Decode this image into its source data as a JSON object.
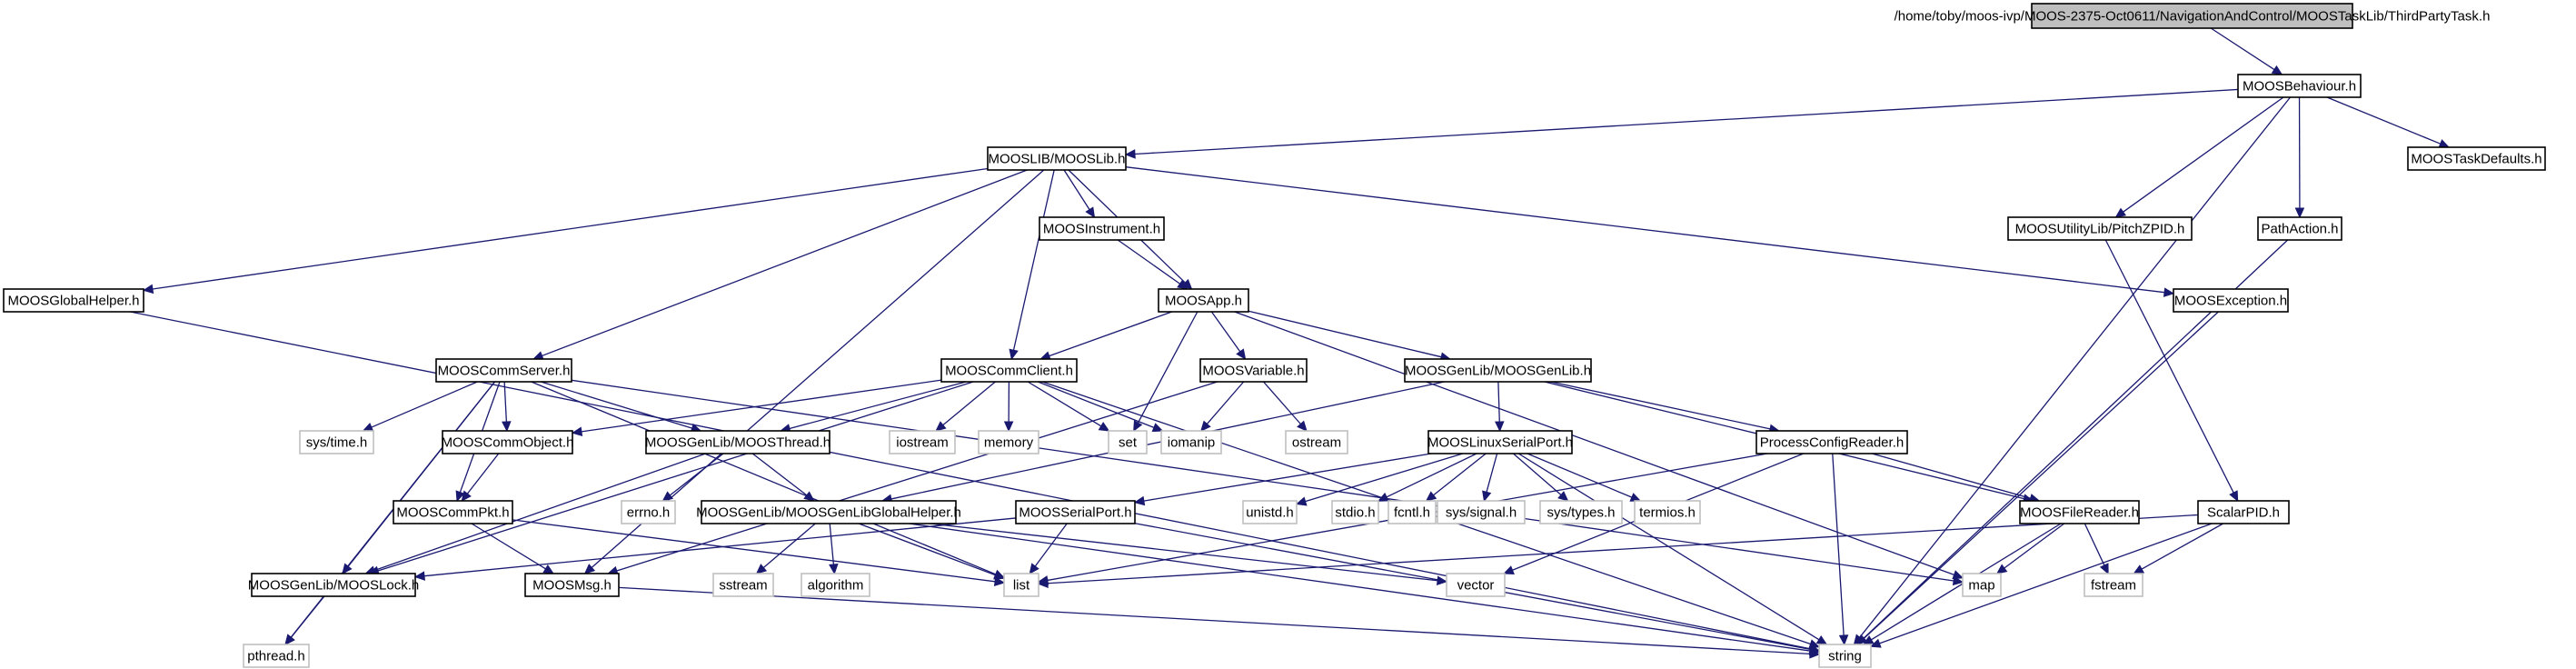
{
  "graph": {
    "edge_color": "#191970",
    "root_fill": "#bfbfbf",
    "local_border": "#000000",
    "system_border": "#bfbfbf",
    "nodes": [
      {
        "id": "root",
        "label": "/home/toby/moos-ivp/MOOS-2375-Oct0611/NavigationAndControl/MOOSTaskLib/ThirdPartyTask.h",
        "kind": "root"
      },
      {
        "id": "MOOSBehaviour",
        "label": "MOOSBehaviour.h",
        "kind": "local"
      },
      {
        "id": "MOOSLib",
        "label": "MOOSLIB/MOOSLib.h",
        "kind": "local"
      },
      {
        "id": "MOOSTaskDefaults",
        "label": "MOOSTaskDefaults.h",
        "kind": "local"
      },
      {
        "id": "PitchZPID",
        "label": "MOOSUtilityLib/PitchZPID.h",
        "kind": "local"
      },
      {
        "id": "PathAction",
        "label": "PathAction.h",
        "kind": "local"
      },
      {
        "id": "MOOSGlobalHelper",
        "label": "MOOSGlobalHelper.h",
        "kind": "local"
      },
      {
        "id": "MOOSInstrument",
        "label": "MOOSInstrument.h",
        "kind": "local"
      },
      {
        "id": "MOOSException",
        "label": "MOOSException.h",
        "kind": "local"
      },
      {
        "id": "MOOSApp",
        "label": "MOOSApp.h",
        "kind": "local"
      },
      {
        "id": "MOOSCommServer",
        "label": "MOOSCommServer.h",
        "kind": "local"
      },
      {
        "id": "MOOSCommClient",
        "label": "MOOSCommClient.h",
        "kind": "local"
      },
      {
        "id": "MOOSVariable",
        "label": "MOOSVariable.h",
        "kind": "local"
      },
      {
        "id": "MOOSGenLib",
        "label": "MOOSGenLib/MOOSGenLib.h",
        "kind": "local"
      },
      {
        "id": "systime",
        "label": "sys/time.h",
        "kind": "system"
      },
      {
        "id": "MOOSCommObject",
        "label": "MOOSCommObject.h",
        "kind": "local"
      },
      {
        "id": "MOOSThread",
        "label": "MOOSGenLib/MOOSThread.h",
        "kind": "local"
      },
      {
        "id": "iostream",
        "label": "iostream",
        "kind": "system"
      },
      {
        "id": "memory",
        "label": "memory",
        "kind": "system"
      },
      {
        "id": "set",
        "label": "set",
        "kind": "system"
      },
      {
        "id": "iomanip",
        "label": "iomanip",
        "kind": "system"
      },
      {
        "id": "ostream",
        "label": "ostream",
        "kind": "system"
      },
      {
        "id": "MOOSLinuxSerialPort",
        "label": "MOOSLinuxSerialPort.h",
        "kind": "local"
      },
      {
        "id": "ProcessConfigReader",
        "label": "ProcessConfigReader.h",
        "kind": "local"
      },
      {
        "id": "MOOSCommPkt",
        "label": "MOOSCommPkt.h",
        "kind": "local"
      },
      {
        "id": "errno",
        "label": "errno.h",
        "kind": "system"
      },
      {
        "id": "GlobalHelper",
        "label": "MOOSGenLib/MOOSGenLibGlobalHelper.h",
        "kind": "local"
      },
      {
        "id": "MOOSSerialPort",
        "label": "MOOSSerialPort.h",
        "kind": "local"
      },
      {
        "id": "unistd",
        "label": "unistd.h",
        "kind": "system"
      },
      {
        "id": "stdio",
        "label": "stdio.h",
        "kind": "system"
      },
      {
        "id": "fcntl",
        "label": "fcntl.h",
        "kind": "system"
      },
      {
        "id": "syssignal",
        "label": "sys/signal.h",
        "kind": "system"
      },
      {
        "id": "systypes",
        "label": "sys/types.h",
        "kind": "system"
      },
      {
        "id": "termios",
        "label": "termios.h",
        "kind": "system"
      },
      {
        "id": "MOOSFileReader",
        "label": "MOOSFileReader.h",
        "kind": "local"
      },
      {
        "id": "ScalarPID",
        "label": "ScalarPID.h",
        "kind": "local"
      },
      {
        "id": "MOOSLock",
        "label": "MOOSGenLib/MOOSLock.h",
        "kind": "local"
      },
      {
        "id": "MOOSMsg",
        "label": "MOOSMsg.h",
        "kind": "local"
      },
      {
        "id": "sstream",
        "label": "sstream",
        "kind": "system"
      },
      {
        "id": "algorithm",
        "label": "algorithm",
        "kind": "system"
      },
      {
        "id": "list",
        "label": "list",
        "kind": "system"
      },
      {
        "id": "vector",
        "label": "vector",
        "kind": "system"
      },
      {
        "id": "map",
        "label": "map",
        "kind": "system"
      },
      {
        "id": "fstream",
        "label": "fstream",
        "kind": "system"
      },
      {
        "id": "pthread",
        "label": "pthread.h",
        "kind": "system"
      },
      {
        "id": "string",
        "label": "string",
        "kind": "system"
      }
    ],
    "edges": [
      [
        "root",
        "MOOSBehaviour"
      ],
      [
        "MOOSBehaviour",
        "MOOSLib"
      ],
      [
        "MOOSBehaviour",
        "MOOSTaskDefaults"
      ],
      [
        "MOOSBehaviour",
        "PitchZPID"
      ],
      [
        "MOOSBehaviour",
        "PathAction"
      ],
      [
        "MOOSBehaviour",
        "string"
      ],
      [
        "MOOSLib",
        "MOOSGlobalHelper"
      ],
      [
        "MOOSLib",
        "MOOSInstrument"
      ],
      [
        "MOOSLib",
        "MOOSApp"
      ],
      [
        "MOOSLib",
        "MOOSException"
      ],
      [
        "MOOSLib",
        "MOOSCommServer"
      ],
      [
        "MOOSLib",
        "MOOSCommClient"
      ],
      [
        "MOOSLib",
        "MOOSMsg"
      ],
      [
        "PitchZPID",
        "ScalarPID"
      ],
      [
        "PathAction",
        "string"
      ],
      [
        "MOOSGlobalHelper",
        "string"
      ],
      [
        "MOOSInstrument",
        "MOOSApp"
      ],
      [
        "MOOSException",
        "string"
      ],
      [
        "MOOSApp",
        "MOOSCommClient"
      ],
      [
        "MOOSApp",
        "MOOSVariable"
      ],
      [
        "MOOSApp",
        "MOOSGenLib"
      ],
      [
        "MOOSApp",
        "set"
      ],
      [
        "MOOSApp",
        "map"
      ],
      [
        "MOOSCommServer",
        "systime"
      ],
      [
        "MOOSCommServer",
        "MOOSCommObject"
      ],
      [
        "MOOSCommServer",
        "MOOSThread"
      ],
      [
        "MOOSCommServer",
        "MOOSCommPkt"
      ],
      [
        "MOOSCommServer",
        "MOOSLock"
      ],
      [
        "MOOSCommServer",
        "list"
      ],
      [
        "MOOSCommServer",
        "map"
      ],
      [
        "MOOSCommServer",
        "pthread"
      ],
      [
        "MOOSCommClient",
        "iostream"
      ],
      [
        "MOOSCommClient",
        "memory"
      ],
      [
        "MOOSCommClient",
        "set"
      ],
      [
        "MOOSCommClient",
        "iomanip"
      ],
      [
        "MOOSCommClient",
        "MOOSCommObject"
      ],
      [
        "MOOSCommClient",
        "MOOSThread"
      ],
      [
        "MOOSCommClient",
        "MOOSLock"
      ],
      [
        "MOOSCommClient",
        "string"
      ],
      [
        "MOOSVariable",
        "iomanip"
      ],
      [
        "MOOSVariable",
        "ostream"
      ],
      [
        "MOOSVariable",
        "MOOSMsg"
      ],
      [
        "MOOSGenLib",
        "MOOSLinuxSerialPort"
      ],
      [
        "MOOSGenLib",
        "ProcessConfigReader"
      ],
      [
        "MOOSGenLib",
        "GlobalHelper"
      ],
      [
        "MOOSGenLib",
        "MOOSFileReader"
      ],
      [
        "MOOSCommObject",
        "MOOSCommPkt"
      ],
      [
        "MOOSThread",
        "errno"
      ],
      [
        "MOOSThread",
        "GlobalHelper"
      ],
      [
        "MOOSThread",
        "MOOSLock"
      ],
      [
        "MOOSLinuxSerialPort",
        "MOOSSerialPort"
      ],
      [
        "MOOSLinuxSerialPort",
        "unistd"
      ],
      [
        "MOOSLinuxSerialPort",
        "stdio"
      ],
      [
        "MOOSLinuxSerialPort",
        "fcntl"
      ],
      [
        "MOOSLinuxSerialPort",
        "syssignal"
      ],
      [
        "MOOSLinuxSerialPort",
        "systypes"
      ],
      [
        "MOOSLinuxSerialPort",
        "termios"
      ],
      [
        "MOOSLinuxSerialPort",
        "string"
      ],
      [
        "ProcessConfigReader",
        "MOOSFileReader"
      ],
      [
        "ProcessConfigReader",
        "list"
      ],
      [
        "ProcessConfigReader",
        "vector"
      ],
      [
        "ProcessConfigReader",
        "string"
      ],
      [
        "MOOSCommPkt",
        "MOOSMsg"
      ],
      [
        "MOOSCommPkt",
        "list"
      ],
      [
        "GlobalHelper",
        "sstream"
      ],
      [
        "GlobalHelper",
        "algorithm"
      ],
      [
        "GlobalHelper",
        "list"
      ],
      [
        "GlobalHelper",
        "vector"
      ],
      [
        "GlobalHelper",
        "string"
      ],
      [
        "MOOSSerialPort",
        "MOOSLock"
      ],
      [
        "MOOSSerialPort",
        "list"
      ],
      [
        "MOOSSerialPort",
        "string"
      ],
      [
        "MOOSFileReader",
        "map"
      ],
      [
        "MOOSFileReader",
        "fstream"
      ],
      [
        "MOOSFileReader",
        "string"
      ],
      [
        "ScalarPID",
        "list"
      ],
      [
        "ScalarPID",
        "fstream"
      ],
      [
        "ScalarPID",
        "string"
      ],
      [
        "MOOSLock",
        "pthread"
      ],
      [
        "MOOSMsg",
        "string"
      ]
    ]
  }
}
